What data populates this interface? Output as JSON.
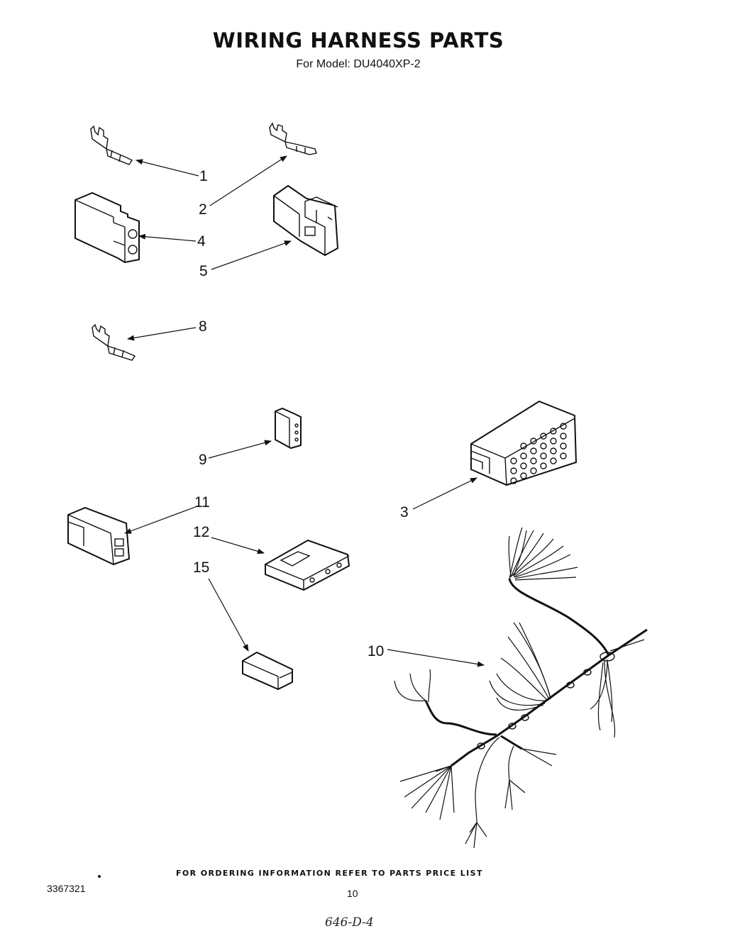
{
  "header": {
    "title": "WIRING HARNESS PARTS",
    "subtitle": "For Model: DU4040XP-2"
  },
  "callouts": [
    {
      "id": "1",
      "label": "1"
    },
    {
      "id": "2",
      "label": "2"
    },
    {
      "id": "3",
      "label": "3"
    },
    {
      "id": "4",
      "label": "4"
    },
    {
      "id": "5",
      "label": "5"
    },
    {
      "id": "8",
      "label": "8"
    },
    {
      "id": "9",
      "label": "9"
    },
    {
      "id": "10",
      "label": "10"
    },
    {
      "id": "11",
      "label": "11"
    },
    {
      "id": "12",
      "label": "12"
    },
    {
      "id": "15",
      "label": "15"
    }
  ],
  "footer": {
    "ordering_note": "FOR ORDERING INFORMATION REFER TO PARTS PRICE LIST",
    "document_number": "3367321",
    "page_number": "10",
    "handwritten_code": "646-D-4"
  }
}
